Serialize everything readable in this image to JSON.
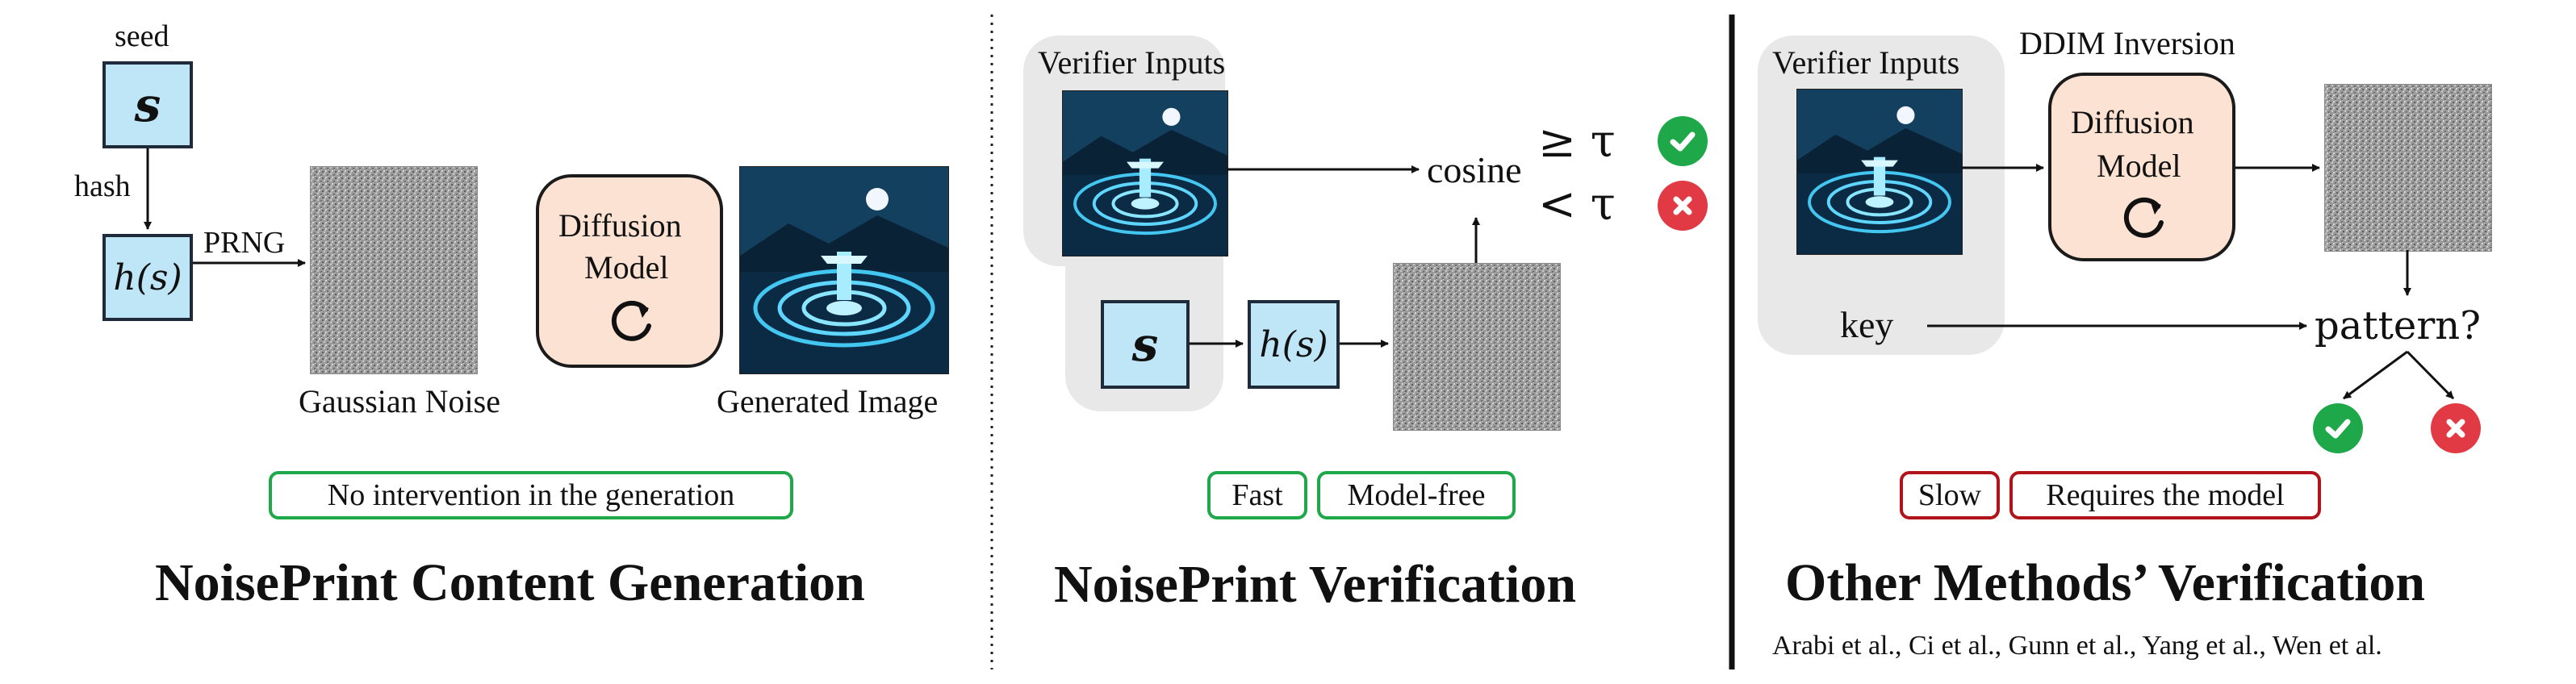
{
  "gen": {
    "seed_label": "seed",
    "seed_symbol": "s",
    "hash_label": "hash",
    "hash_symbol": "h(s)",
    "prng_label": "PRNG",
    "noise_caption": "Gaussian Noise",
    "diffusion_label_1": "Diffusion",
    "diffusion_label_2": "Model",
    "image_caption": "Generated Image",
    "pill": "No intervention in the generation",
    "heading": "NoisePrint Content Generation"
  },
  "verify": {
    "inputs_label": "Verifier Inputs",
    "seed_symbol": "s",
    "hash_symbol": "h(s)",
    "cosine_label": "cosine",
    "ge_tau": "≥ τ",
    "lt_tau": "< τ",
    "pill_fast": "Fast",
    "pill_model_free": "Model-free",
    "heading": "NoisePrint Verification"
  },
  "other": {
    "inputs_label": "Verifier Inputs",
    "ddim_label": "DDIM Inversion",
    "diffusion_label_1": "Diffusion",
    "diffusion_label_2": "Model",
    "key_label": "key",
    "pattern_label": "pattern?",
    "pill_slow": "Slow",
    "pill_requires": "Requires the model",
    "heading": "Other Methods’ Verification",
    "citations": "Arabi et al., Ci et al., Gunn et al., Yang et al., Wen et al."
  },
  "colors": {
    "seed_blue": "#bfe6f7",
    "diffusion_peach": "#fbe2d2",
    "panel_gray": "#e8e8e8",
    "ok_green": "#1fa84a",
    "bad_red": "#e23a44",
    "red_border": "#b0141a"
  },
  "icons": [
    "check-icon",
    "cross-icon",
    "cycle-arrow-icon"
  ]
}
